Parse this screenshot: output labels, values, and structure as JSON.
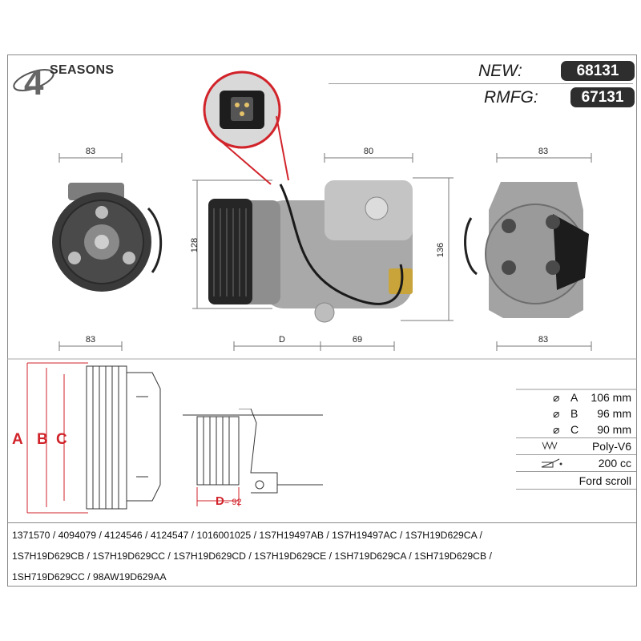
{
  "brand": {
    "name": "SEASONS",
    "mark_glyph": "4"
  },
  "header": {
    "new_label": "NEW:",
    "new_value": "68131",
    "rmfg_label": "RMFG:",
    "rmfg_value": "67131"
  },
  "dimensions": {
    "front_top": "83",
    "front_bottom": "83",
    "side_top": "80",
    "side_height_left": "128",
    "side_height_right": "136",
    "side_bottom_d": "D",
    "side_bottom_69": "69",
    "rear_top": "83",
    "rear_bottom": "83"
  },
  "pulley_section": {
    "a": "A",
    "b": "B",
    "c": "C",
    "d_label": "D",
    "d_value": "= 92"
  },
  "specs": {
    "rows": [
      {
        "symbol": "⌀",
        "letter": "A",
        "value": "106 mm"
      },
      {
        "symbol": "⌀",
        "letter": "B",
        "value": "96 mm"
      },
      {
        "symbol": "⌀",
        "letter": "C",
        "value": "90 mm"
      }
    ],
    "belt": "Poly-V6",
    "oil": "200 cc",
    "type": "Ford scroll"
  },
  "oem_numbers": {
    "line1": "1371570 / 4094079 / 4124546 / 4124547 / 1016001025 / 1S7H19497AB / 1S7H19497AC / 1S7H19D629CA /",
    "line2": "1S7H19D629CB / 1S7H19D629CC / 1S7H19D629CD / 1S7H19D629CE / 1SH719D629CA / 1SH719D629CB /",
    "line3": "1SH719D629CC / 98AW19D629AA"
  }
}
